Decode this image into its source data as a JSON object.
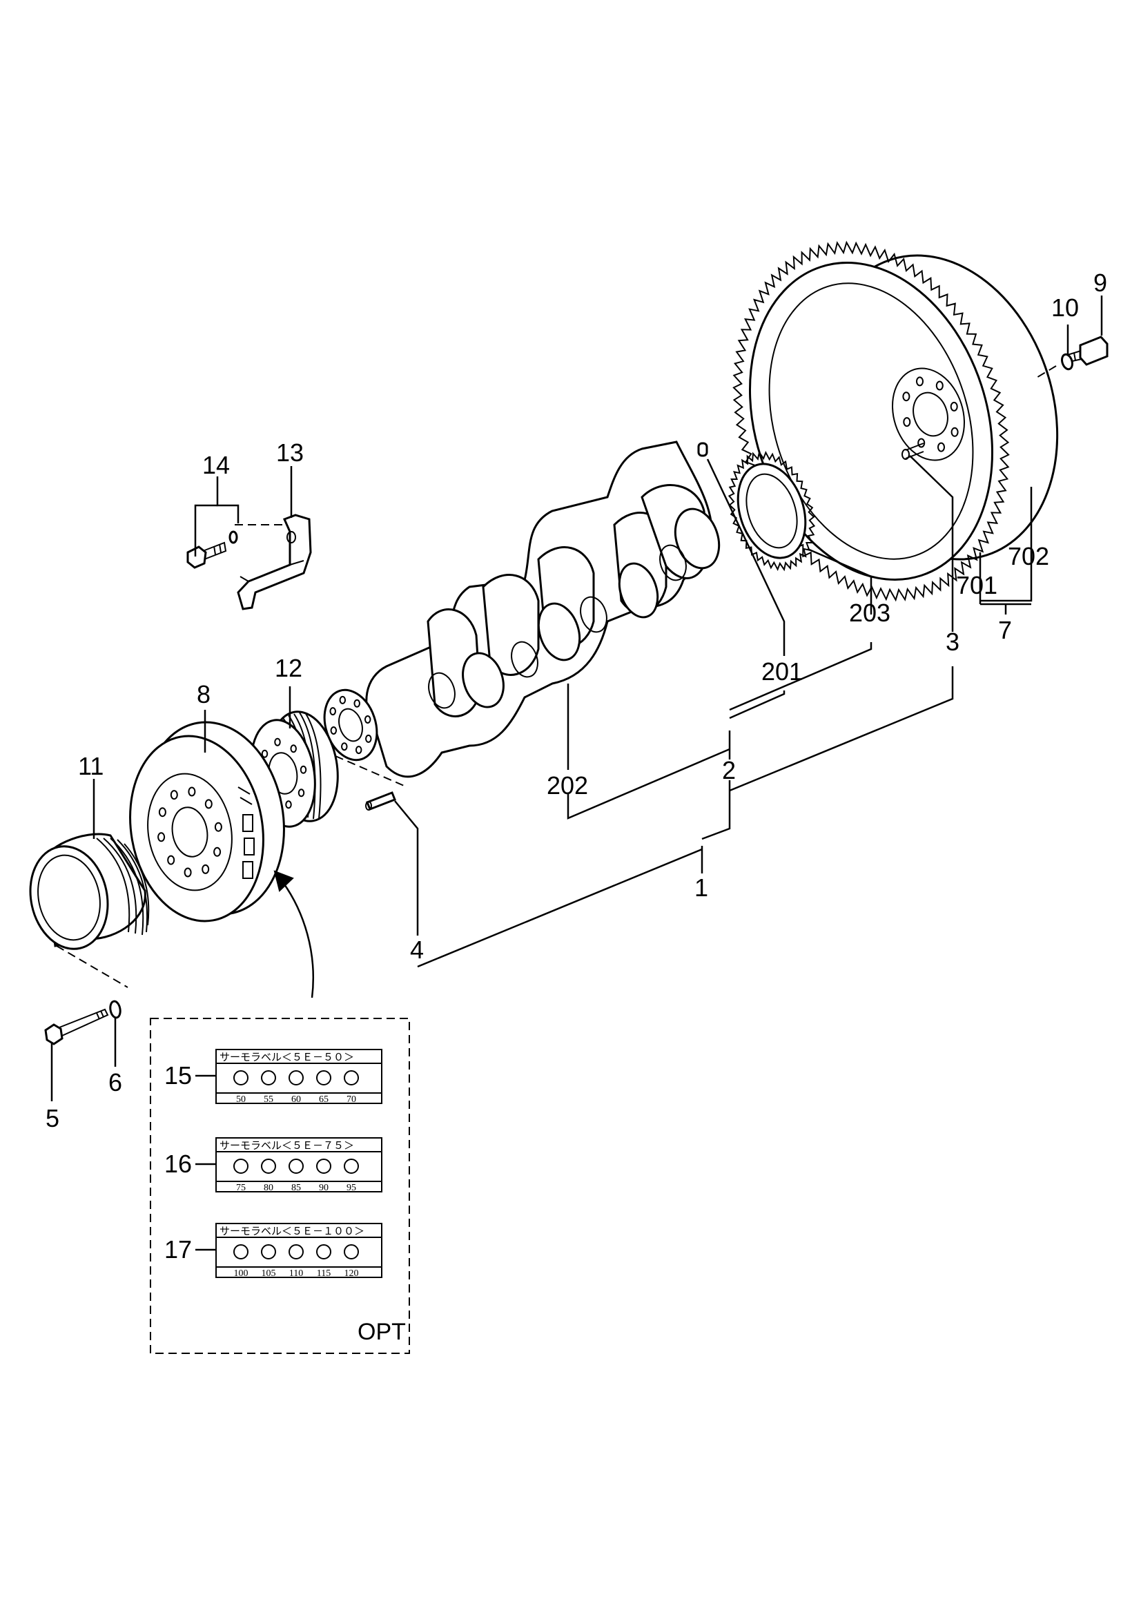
{
  "callouts": {
    "c1": "1",
    "c2": "2",
    "c3": "3",
    "c4": "4",
    "c5": "5",
    "c6": "6",
    "c7": "7",
    "c8": "8",
    "c9": "9",
    "c10": "10",
    "c11": "11",
    "c12": "12",
    "c13": "13",
    "c14": "14",
    "c15": "15",
    "c16": "16",
    "c17": "17",
    "c201": "201",
    "c202": "202",
    "c203": "203",
    "c701": "701",
    "c702": "702"
  },
  "option_box": {
    "label": "OPT"
  },
  "thermo_labels": [
    {
      "title": "サーモラベル＜５Ｅ－５０＞",
      "temps": [
        "50",
        "55",
        "60",
        "65",
        "70"
      ]
    },
    {
      "title": "サーモラベル＜５Ｅ－７５＞",
      "temps": [
        "75",
        "80",
        "85",
        "90",
        "95"
      ]
    },
    {
      "title": "サーモラベル＜５Ｅ－１００＞",
      "temps": [
        "100",
        "105",
        "110",
        "115",
        "120"
      ]
    }
  ]
}
